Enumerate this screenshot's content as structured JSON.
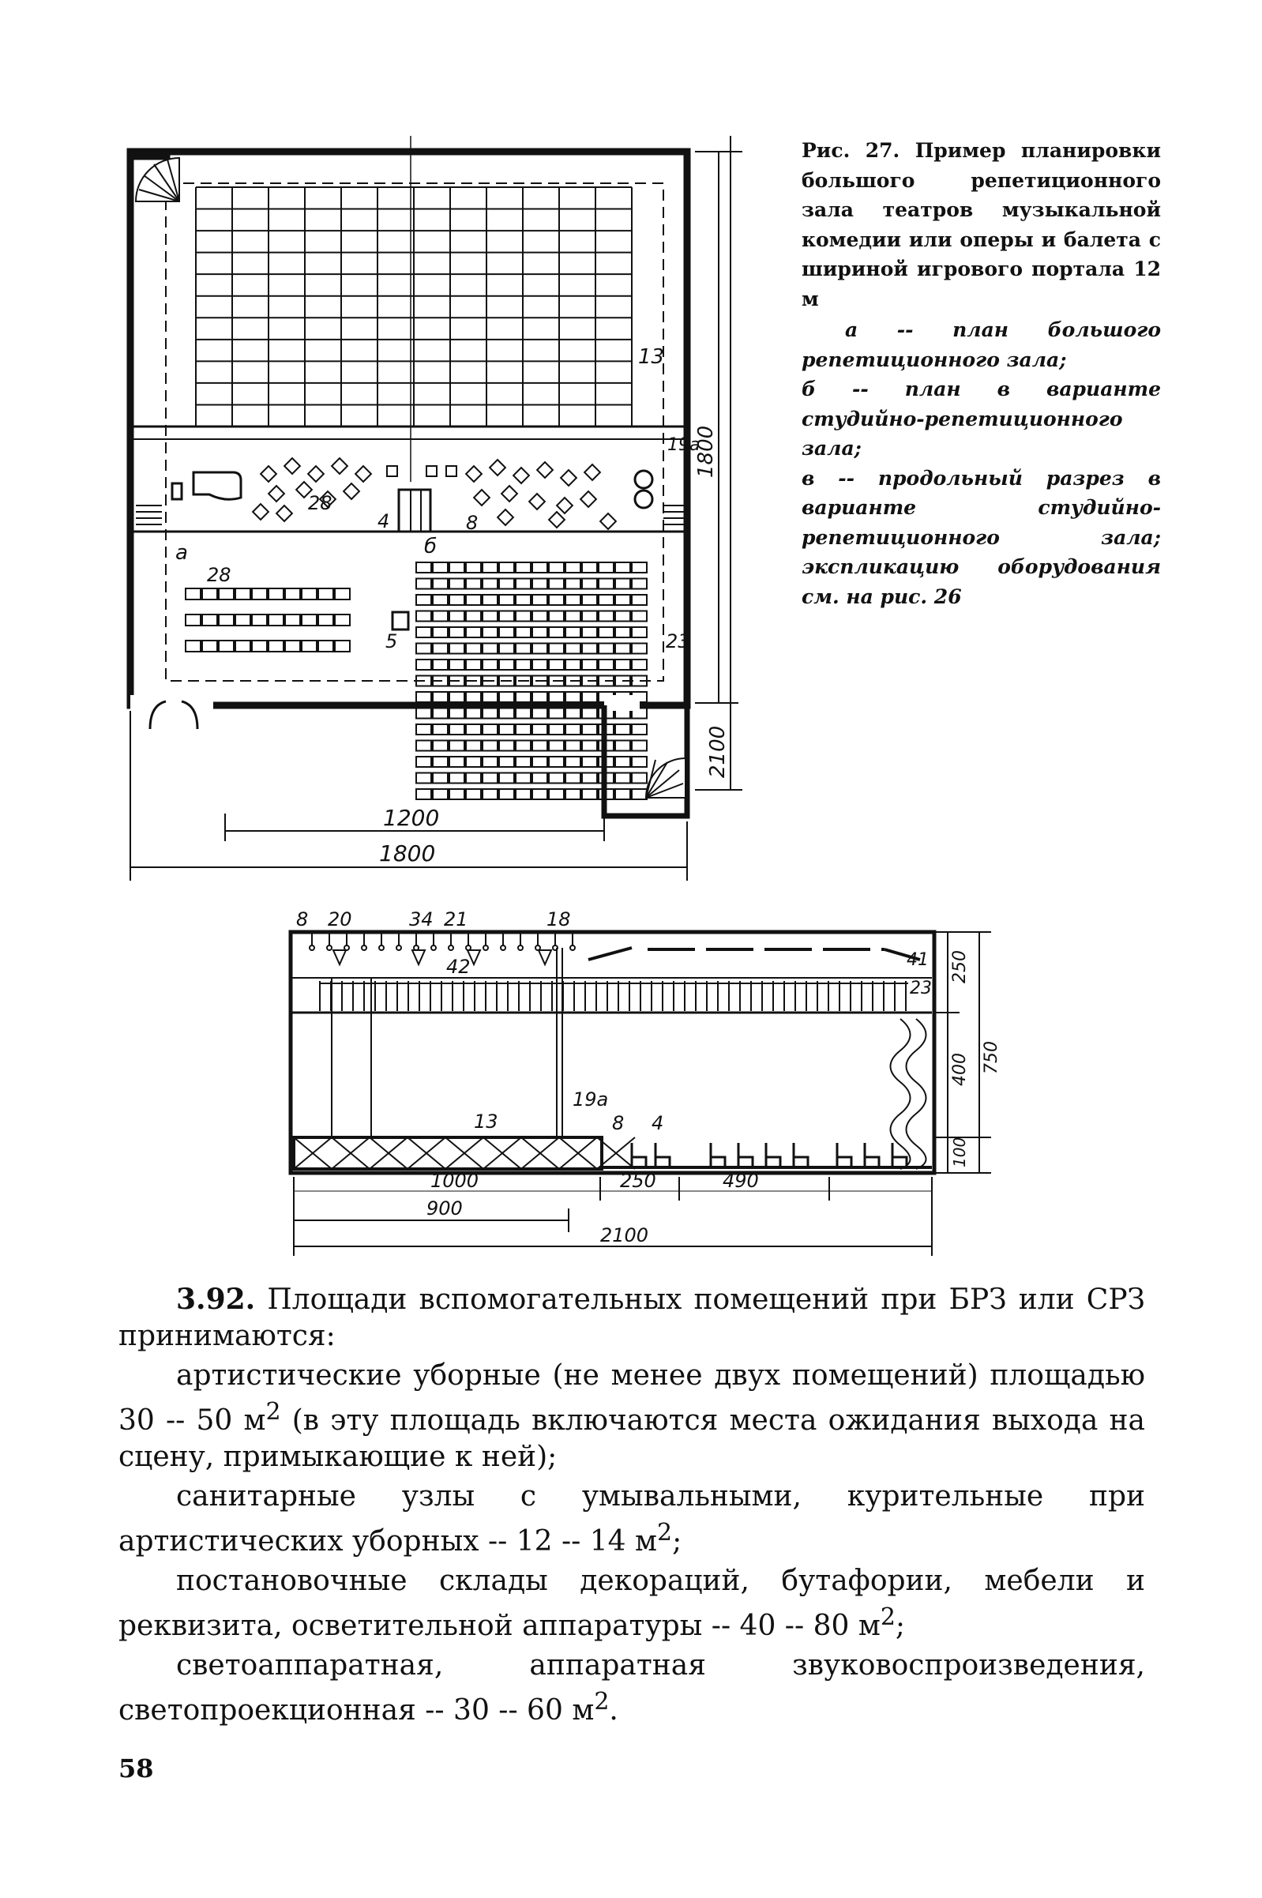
{
  "figure": {
    "caption_title": "Рис. 27. Пример планировки большого репетиционного зала театров музыкальной комедии или оперы и балета с шириной игрового портала 12 м",
    "legend": [
      "а -- план большого репетиционного зала;",
      "б -- план в варианте студийно-репетиционного зала;",
      "в -- продольный разрез в варианте студийно-репетиционного зала; экспликацию оборудования см. на рис. 26"
    ],
    "plan_labels": {
      "dim_1200": "1200",
      "dim_1800_bottom": "1800",
      "dim_1800_side": "1800",
      "dim_2100": "2100",
      "n13": "13",
      "n19a": "19a",
      "n28a": "28",
      "n28b": "28",
      "n4": "4",
      "n8": "8",
      "n5": "5",
      "n23": "23",
      "letter_a": "а",
      "letter_b": "б"
    },
    "section_labels": {
      "top8": "8",
      "top20": "20",
      "top34": "34",
      "top21": "21",
      "top18": "18",
      "n42": "42",
      "n41": "41",
      "n23": "23",
      "n13": "13",
      "n19a": "19a",
      "n8": "8",
      "n4": "4",
      "dim_250_right": "250",
      "dim_750": "750",
      "dim_400": "400",
      "dim_100": "100",
      "dim_1000": "1000",
      "dim_250": "250",
      "dim_490": "490",
      "dim_900": "900",
      "dim_2100": "2100"
    }
  },
  "section": {
    "heading": "3.92.",
    "intro": "Площади вспомогательных помещений при БРЗ или СРЗ принимаются:",
    "items": [
      {
        "pre": "артистические уборные (не менее двух помещений) площадью 30 -- 50 м",
        "sup": "2",
        "post": " (в эту площадь включаются места ожидания выхода на сцену, примыкающие к ней);"
      },
      {
        "pre": "санитарные узлы с умывальными, курительные при артистических уборных -- 12 -- 14 м",
        "sup": "2",
        "post": ";"
      },
      {
        "pre": "постановочные склады декораций, бутафории, мебели и реквизита, осветительной аппаратуры -- 40 -- 80 м",
        "sup": "2",
        "post": ";"
      },
      {
        "pre": "светоаппаратная, аппаратная звуковоспроизведения, светопроекционная -- 30 -- 60 м",
        "sup": "2",
        "post": "."
      }
    ]
  },
  "page_number": "58"
}
